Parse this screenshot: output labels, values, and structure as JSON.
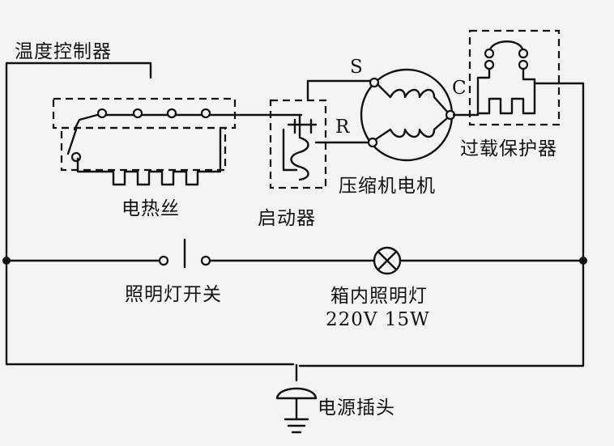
{
  "labels": {
    "thermostat": "温度控制器",
    "heater": "电热丝",
    "starter": "启动器",
    "compressor_motor": "压缩机电机",
    "overload_protector": "过载保护器",
    "light_switch": "照明灯开关",
    "cabinet_light": "箱内照明灯",
    "light_rating": "220V 15W",
    "power_plug": "电源插头",
    "terminal_s": "S",
    "terminal_r": "R",
    "terminal_c": "C"
  }
}
